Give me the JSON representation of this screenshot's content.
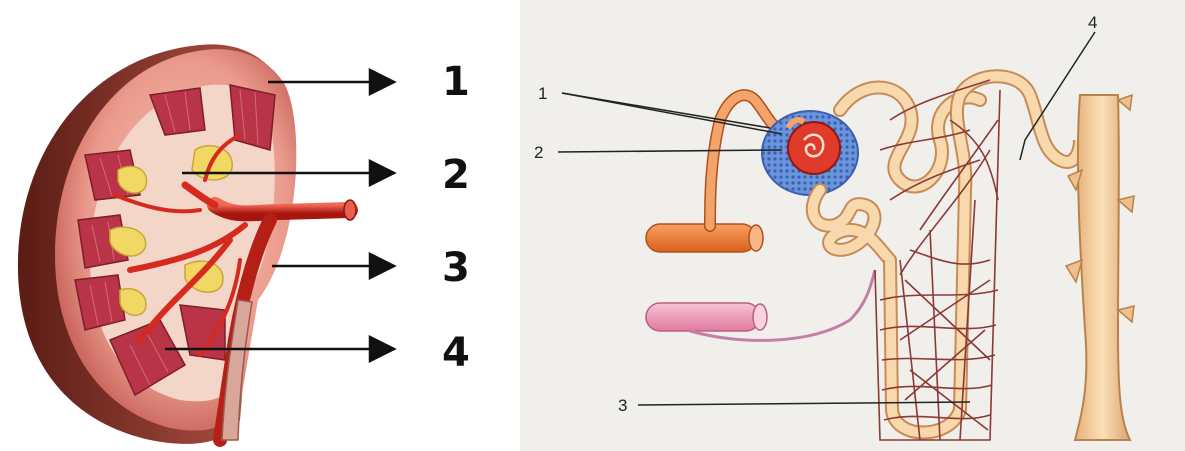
{
  "kidney_diagram": {
    "labels": [
      "1",
      "2",
      "3",
      "4"
    ]
  },
  "nephron_diagram": {
    "labels": [
      "1",
      "2",
      "3",
      "4"
    ]
  },
  "colors": {
    "cortex": "#e9958a",
    "pyramid": "#b83446",
    "fat": "#f1d764",
    "artery": "#d62a1f",
    "tubule": "#f3c48f",
    "tubule_outline": "#c98b55",
    "capillary_net": "#8a3a36",
    "bowman_capsule": "#4d78c9",
    "afferent_vessel": "#ee7b2c",
    "efferent_vessel": "#f39ab8",
    "collecting_duct": "#f0c08a",
    "panel_bg": "#f1efec"
  }
}
